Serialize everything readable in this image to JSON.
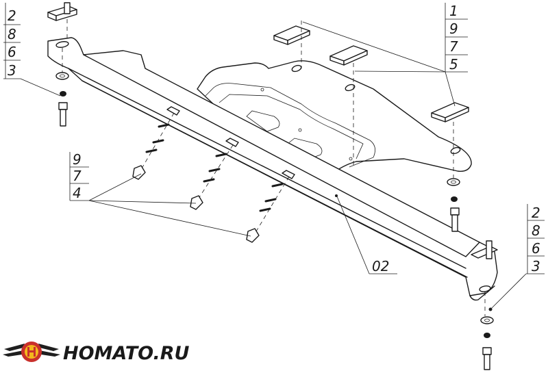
{
  "callouts": {
    "top_left": [
      "2",
      "8",
      "6",
      "3"
    ],
    "top_right": [
      "1",
      "9",
      "7",
      "5"
    ],
    "middle_left": [
      "9",
      "7",
      "4"
    ],
    "bottom_right": [
      "2",
      "8",
      "6",
      "3"
    ],
    "main_part": "02"
  },
  "logo": {
    "text": "HOMATO.RU",
    "colors": {
      "wing_dark": "#1f1f1f",
      "ring_red": "#c9302c",
      "inner_yellow": "#f3b71d"
    }
  }
}
